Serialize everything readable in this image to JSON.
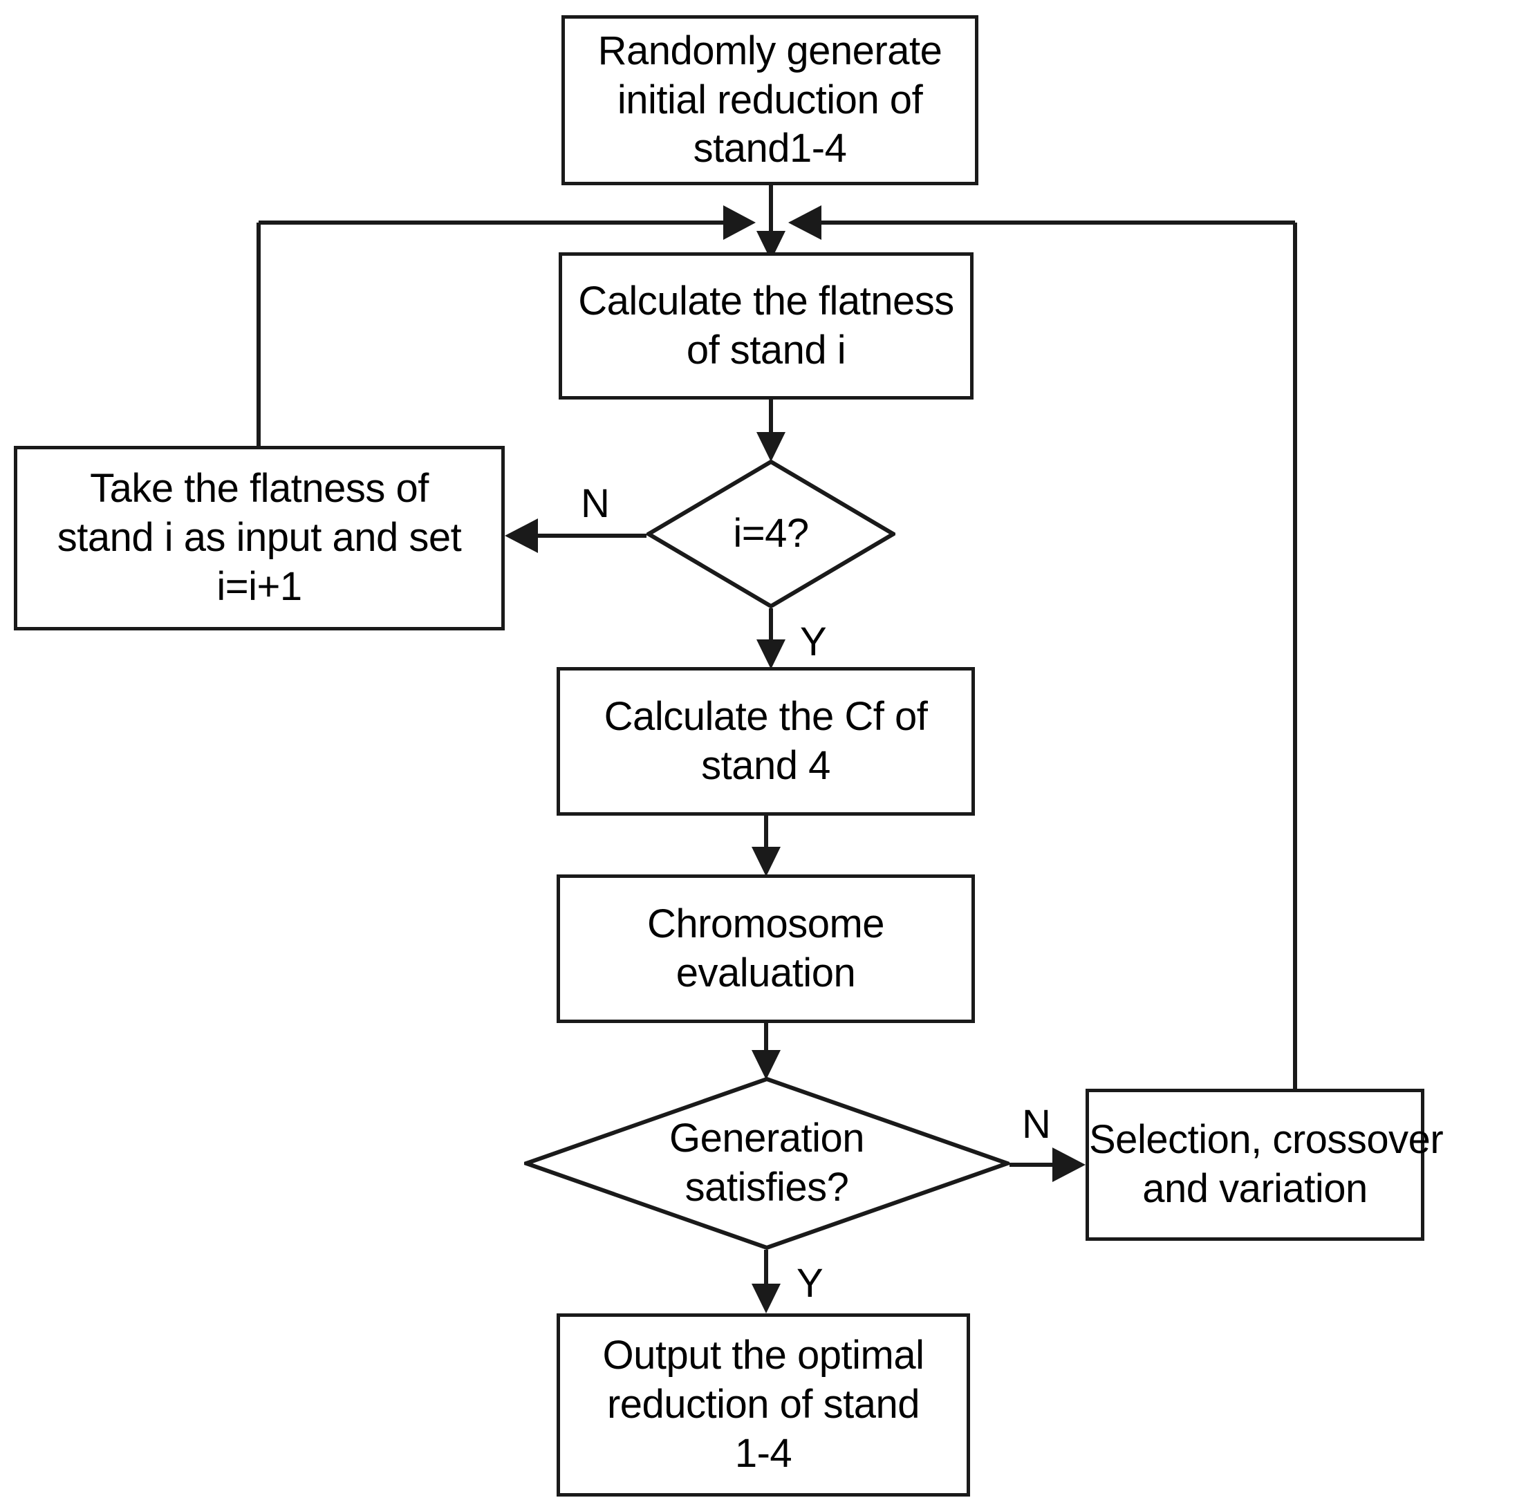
{
  "diagram": {
    "title": "Genetic algorithm flowchart for optimal reduction of stand 1-4",
    "type": "flowchart",
    "colors": {
      "line": "#1a1a1a",
      "background": "#ffffff",
      "text": "#000000"
    },
    "nodes": [
      {
        "id": "start",
        "shape": "rectangle",
        "lines": [
          "Randomly generate",
          "initial reduction of",
          "stand1-4"
        ]
      },
      {
        "id": "calc-flatness",
        "shape": "rectangle",
        "lines": [
          "Calculate the flatness",
          "of stand i"
        ]
      },
      {
        "id": "decision-i4",
        "shape": "diamond",
        "lines": [
          "i=4?"
        ]
      },
      {
        "id": "take-flatness",
        "shape": "rectangle",
        "lines": [
          "Take the flatness of",
          "stand i as input and set",
          "i=i+1"
        ]
      },
      {
        "id": "calc-cf",
        "shape": "rectangle",
        "lines": [
          "Calculate the Cf of",
          "stand 4"
        ]
      },
      {
        "id": "chromosome-eval",
        "shape": "rectangle",
        "lines": [
          "Chromosome",
          "evaluation"
        ]
      },
      {
        "id": "decision-generation",
        "shape": "diamond",
        "lines": [
          "Generation",
          "satisfies?"
        ]
      },
      {
        "id": "selection",
        "shape": "rectangle",
        "lines": [
          "Selection, crossover",
          "and variation"
        ]
      },
      {
        "id": "output",
        "shape": "rectangle",
        "lines": [
          "Output the optimal",
          "reduction of stand",
          "1-4"
        ]
      }
    ],
    "edge_labels": {
      "i4_no": "N",
      "i4_yes": "Y",
      "gen_no": "N",
      "gen_yes": "Y"
    }
  }
}
